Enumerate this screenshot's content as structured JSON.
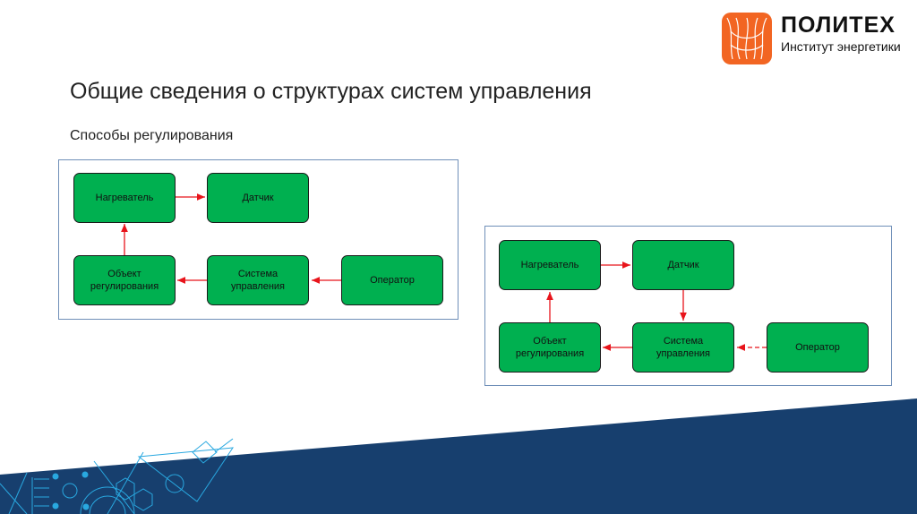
{
  "logo": {
    "name": "ПОЛИТЕХ",
    "subtitle": "Институт энергетики",
    "color": "#f26522"
  },
  "slide": {
    "title": "Общие сведения о структурах систем управления",
    "subtitle": "Способы регулирования"
  },
  "diagram1": {
    "heater": "Нагреватель",
    "sensor": "Датчик",
    "object": "Объект регулирования",
    "control": "Система управления",
    "operator": "Оператор"
  },
  "diagram2": {
    "heater": "Нагреватель",
    "sensor": "Датчик",
    "object": "Объект регулирования",
    "control": "Система управления",
    "operator": "Оператор"
  },
  "colors": {
    "box": "#00b050",
    "arrow": "#e8141b",
    "band": "#173f6e",
    "pattern": "#29a8e0"
  }
}
